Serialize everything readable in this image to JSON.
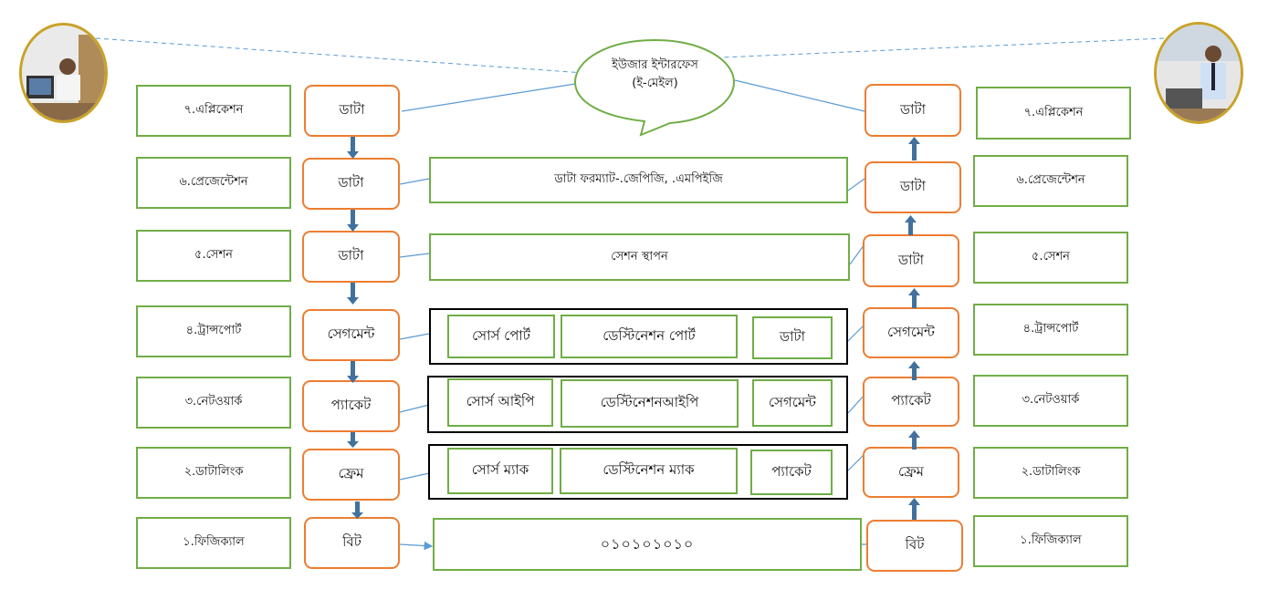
{
  "user_interface": {
    "line1": "ইউজার ইন্টারফেস",
    "line2": "(ই-মেইল)"
  },
  "left_layers": [
    "৭.এপ্লিকেশন",
    "৬.প্রেজেন্টেশন",
    "৫.সেশন",
    "৪.ট্রান্সপোর্ট",
    "৩.নেটওয়ার্ক",
    "২.ডাটালিংক",
    "১.ফিজিক্যাল"
  ],
  "left_pdus": [
    "ডাটা",
    "ডাটা",
    "ডাটা",
    "সেগমেন্ট",
    "প্যাকেট",
    "ফ্রেম",
    "বিট"
  ],
  "right_pdus": [
    "ডাটা",
    "ডাটা",
    "ডাটা",
    "সেগমেন্ট",
    "প্যাকেট",
    "ফ্রেম",
    "বিট"
  ],
  "right_layers": [
    "৭.এপ্লিকেশন",
    "৬.প্রেজেন্টেশন",
    "৫.সেশন",
    "৪.ট্রান্সপোর্ট",
    "৩.নেটওয়ার্ক",
    "২.ডাটালিংক",
    "১.ফিজিক্যাল"
  ],
  "presentation_info": "ডাটা ফরম্যাট-.জেপিজি, .এমপিইজি",
  "session_info": "সেশন স্থাপন",
  "transport_fields": [
    "সোর্স পোর্ট",
    "ডেস্টিনেশন পোর্ট",
    "ডাটা"
  ],
  "network_fields": [
    "সোর্স আইপি",
    "ডেস্টিনেশনআইপি",
    "সেগমেন্ট"
  ],
  "datalink_fields": [
    "সোর্স ম্যাক",
    "ডেস্টিনেশন ম্যাক",
    "প্যাকেট"
  ],
  "physical_bits": "০১০১০১০১০",
  "colors": {
    "layer_border": "#70ad47",
    "pdu_border": "#ed7d31",
    "connector": "#5b9bd5",
    "arrow": "#41719c",
    "frame_border": "#000000"
  }
}
